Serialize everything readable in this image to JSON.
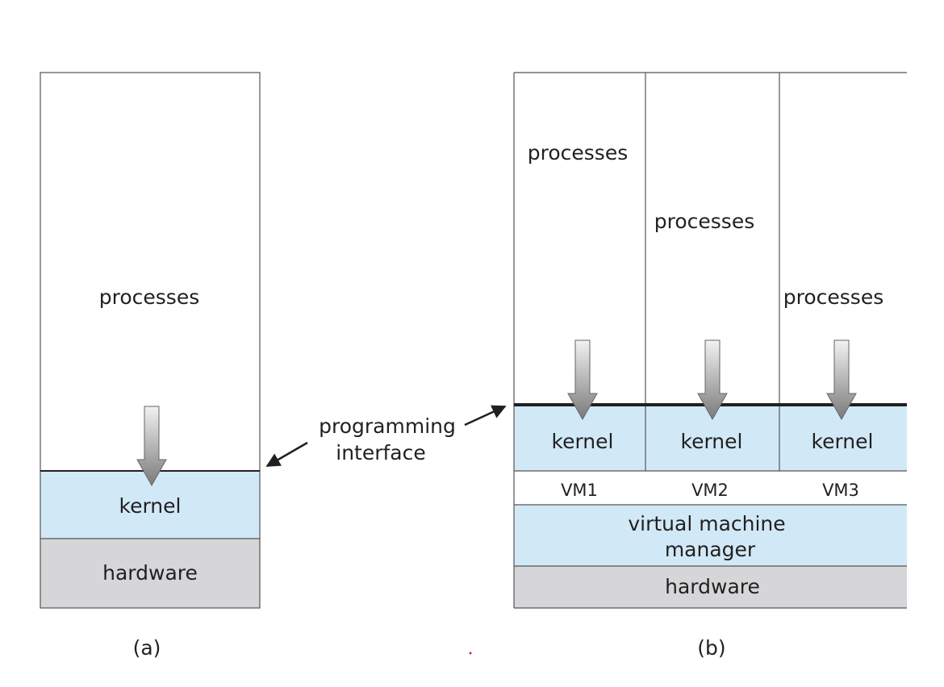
{
  "diagram_a": {
    "processes": "processes",
    "kernel": "kernel",
    "hardware": "hardware",
    "caption": "(a)"
  },
  "interface_label": {
    "line1": "programming",
    "line2": "interface"
  },
  "diagram_b": {
    "vms": [
      {
        "processes": "processes",
        "kernel": "kernel",
        "vm": "VM1"
      },
      {
        "processes": "processes",
        "kernel": "kernel",
        "vm": "VM2"
      },
      {
        "processes": "processes",
        "kernel": "kernel",
        "vm": "VM3"
      }
    ],
    "vmm_line1": "virtual machine",
    "vmm_line2": "manager",
    "hardware": "hardware",
    "caption": "(b)"
  },
  "colors": {
    "kernel_fill": "#d1e9f7",
    "hardware_fill": "#d6d6d8",
    "outline": "#555555",
    "arrow_light": "#f2f2f2",
    "arrow_dark": "#7a7a7a",
    "text": "#231f20"
  },
  "icons": [
    "down-arrow-icon",
    "double-headed-arrow-icon"
  ]
}
